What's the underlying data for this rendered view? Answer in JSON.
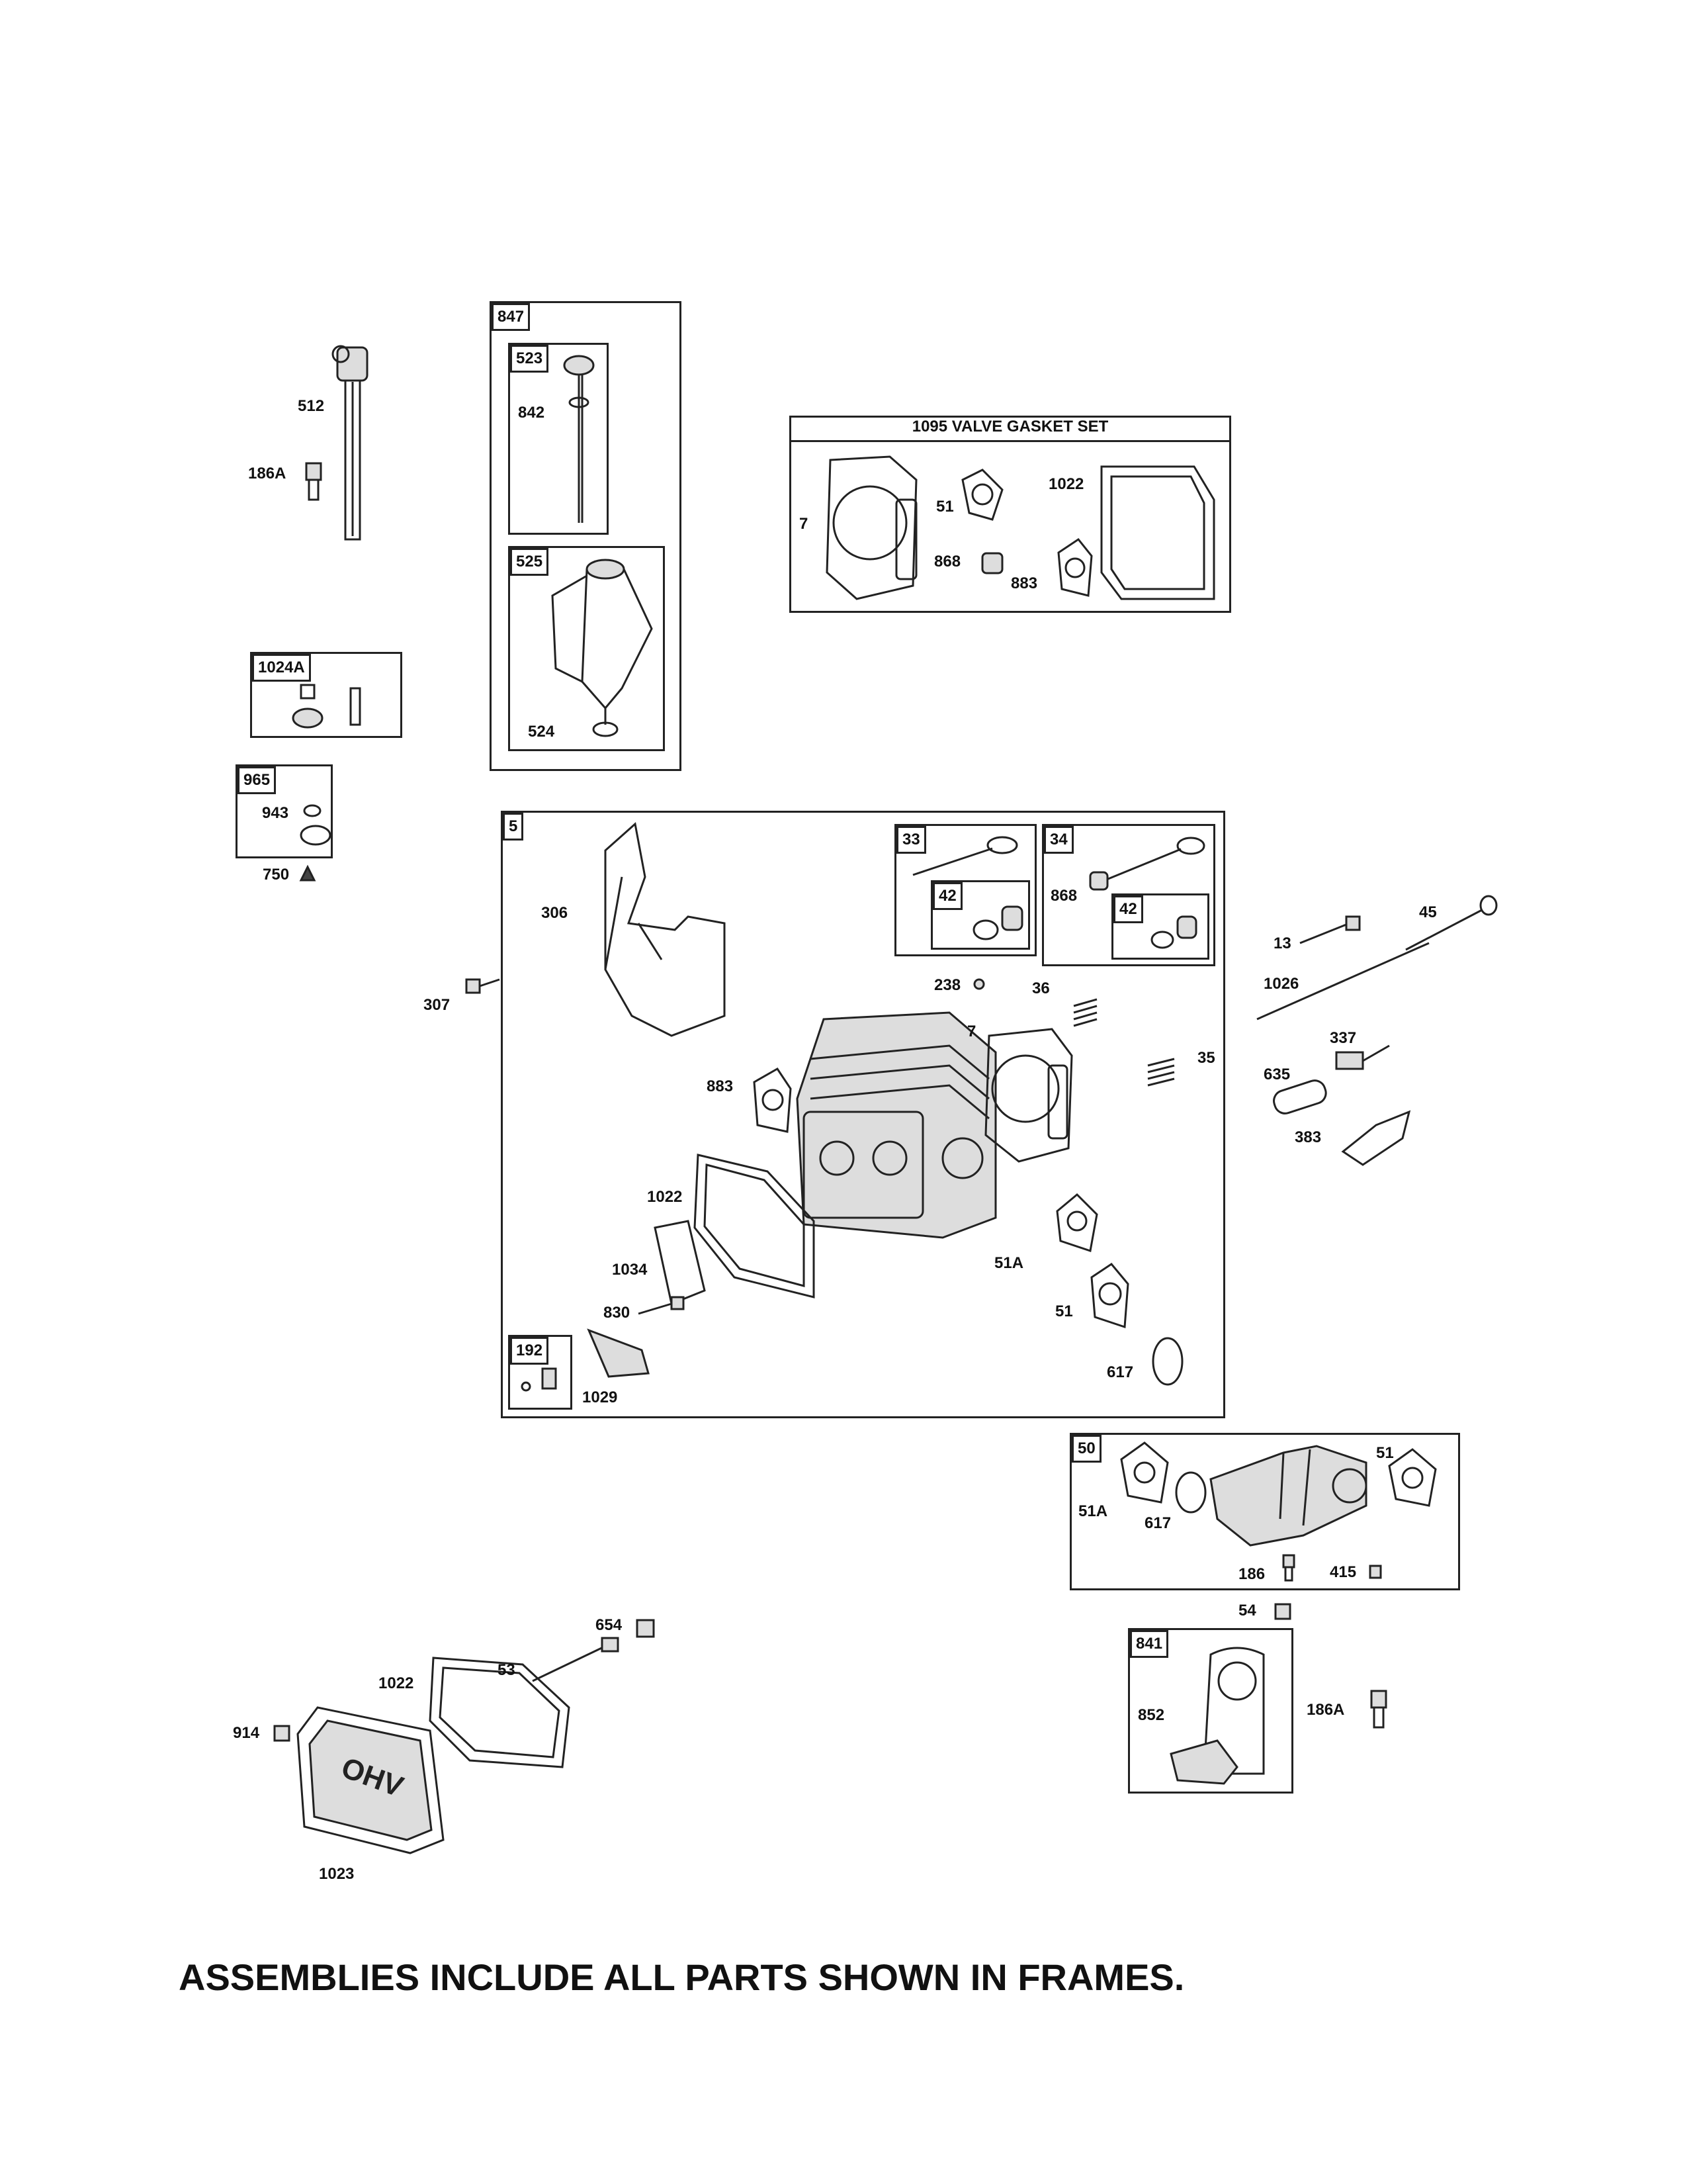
{
  "frames": {
    "f847": "847",
    "f523": "523",
    "f525": "525",
    "valve_gasket_set": "1095 VALVE GASKET SET",
    "f1024a": "1024A",
    "f965": "965",
    "f5": "5",
    "f33": "33",
    "f42a": "42",
    "f34": "34",
    "f42b": "42",
    "f192": "192",
    "f50": "50",
    "f841": "841"
  },
  "labels": {
    "l512": "512",
    "l186a_top": "186A",
    "l842": "842",
    "l524": "524",
    "l7_set": "7",
    "l51_set": "51",
    "l1022_set": "1022",
    "l868_set": "868",
    "l883_set": "883",
    "l943": "943",
    "l750": "750",
    "l306": "306",
    "l307": "307",
    "l868_34": "868",
    "l238": "238",
    "l36": "36",
    "l7_main": "7",
    "l35": "35",
    "l883_main": "883",
    "l1022_main": "1022",
    "l1034": "1034",
    "l830": "830",
    "l1029": "1029",
    "l51a_main": "51A",
    "l51_main": "51",
    "l617_main": "617",
    "l13": "13",
    "l45": "45",
    "l1026": "1026",
    "l337": "337",
    "l635": "635",
    "l383": "383",
    "l51a_50": "51A",
    "l617_50": "617",
    "l51_50": "51",
    "l186": "186",
    "l415": "415",
    "l54": "54",
    "l852": "852",
    "l186a_bot": "186A",
    "l654": "654",
    "l53": "53",
    "l1022_bot": "1022",
    "l914": "914",
    "l1023": "1023"
  },
  "footer": "ASSEMBLIES INCLUDE ALL PARTS SHOWN IN FRAMES."
}
